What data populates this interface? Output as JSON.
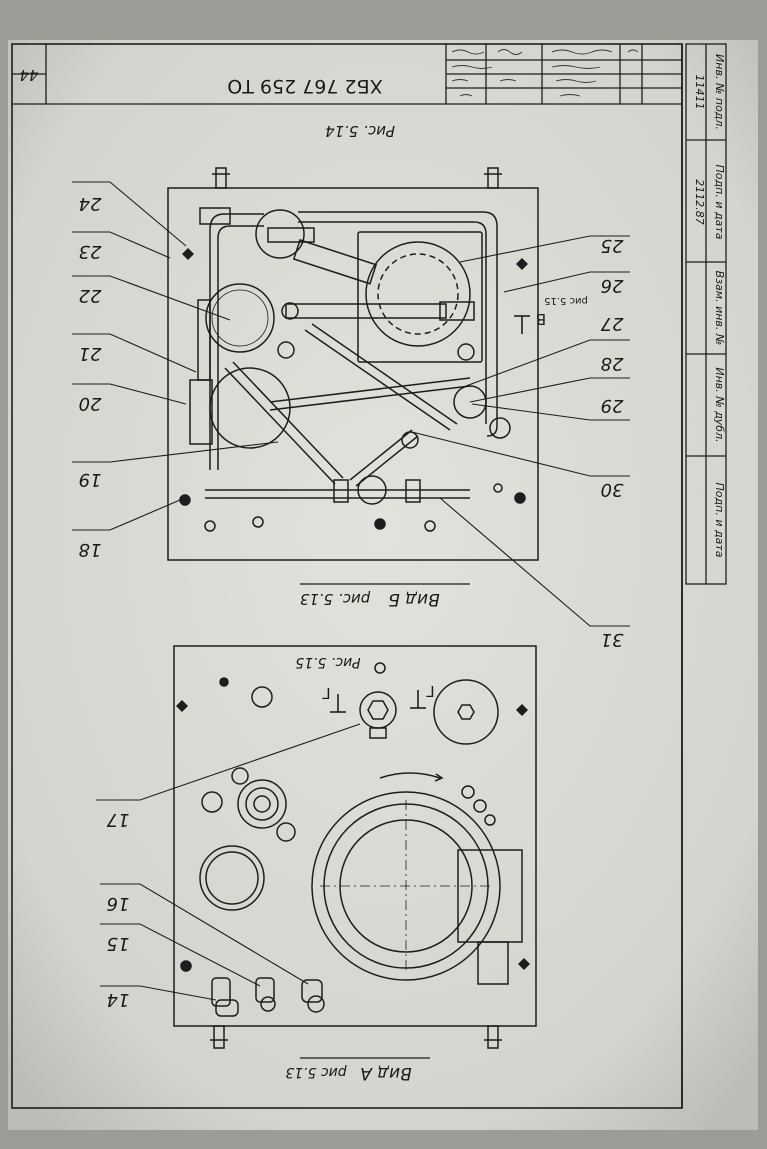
{
  "title_block": {
    "drawing_number": "ХБ2 767 259 ТО",
    "page_number": "44",
    "handwritten_entries": [
      "Подп. и дата",
      "Взам. инв. №",
      "Инв. № дубл.",
      "Подп. и дата",
      "Инв. № подл.",
      "11411",
      "2112.87"
    ]
  },
  "upper_view": {
    "caption_view": "Вид Б",
    "caption_ref": "рис. 5.13",
    "figure_ref": "Рис. 5.14",
    "section_mark": "В",
    "section_ref": "рис 5.15"
  },
  "lower_view": {
    "caption_view": "Вид А",
    "caption_ref": "рис 5.13",
    "figure_ref": "Рис. 5.15",
    "section_mark_1": "Г",
    "section_mark_2": "Г"
  },
  "callouts_left_upper": [
    "24",
    "23",
    "22",
    "21",
    "20",
    "19",
    "18"
  ],
  "callouts_right_upper": [
    "25",
    "26",
    "27",
    "28",
    "29",
    "30",
    "31"
  ],
  "callouts_lower": [
    "17",
    "16",
    "15",
    "14"
  ],
  "colors": {
    "paper": "#dcdcd6",
    "ink": "#1d1d1d",
    "background": "#9c9c96"
  }
}
